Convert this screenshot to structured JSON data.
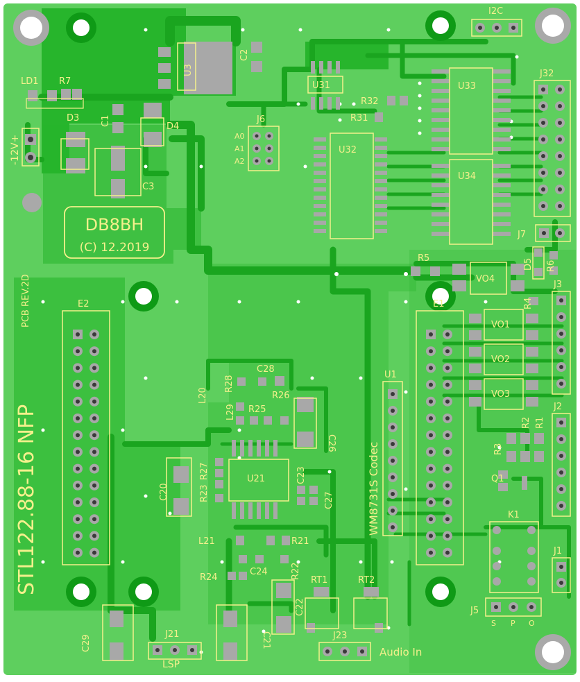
{
  "board": {
    "title": "STL122.88-16 NFP",
    "revision": "PCB REV.2D",
    "author": "DB8BH",
    "copyright": "(C) 12.2019",
    "codec_label": "WM8731S Codec",
    "audio_in_label": "Audio In",
    "lsp_label": "LSP",
    "power_label": "-12V+"
  },
  "colors": {
    "substrate": "#5ecf5e",
    "copper": "#27b52c",
    "trace": "#1aa51f",
    "pad": "#a8a8a8",
    "pad_dark": "#7d7d7d",
    "silk": "#f4f08c",
    "hole": "#ffffff",
    "hole_ring": "#0f9a16",
    "mount_ring": "#a9a9a9"
  },
  "labels": {
    "ld1": "LD1",
    "r7": "R7",
    "d3": "D3",
    "c1": "C1",
    "d4": "D4",
    "c3": "C3",
    "u3": "U3",
    "c2": "C2",
    "u31": "U31",
    "j6": "J6",
    "a0": "A0",
    "a1": "A1",
    "a2": "A2",
    "r32": "R32",
    "r31": "R31",
    "u32": "U32",
    "u33": "U33",
    "u34": "U34",
    "i2c": "I2C",
    "j32": "J32",
    "j7": "J7",
    "d5": "D5",
    "r6": "R6",
    "r5": "R5",
    "vo4": "VO4",
    "r4": "R4",
    "j3": "J3",
    "vo1": "VO1",
    "vo2": "VO2",
    "vo3": "VO3",
    "e1": "E1",
    "e2": "E2",
    "u1": "U1",
    "j2": "J2",
    "r2": "R2",
    "r1": "R1",
    "r3": "R3",
    "q1": "Q1",
    "k1": "K1",
    "j1": "J1",
    "j5": "J5",
    "s": "S",
    "p": "P",
    "o": "O",
    "c28": "C28",
    "l20": "L20",
    "r28": "R28",
    "r26": "R26",
    "l29": "L29",
    "r25": "R25",
    "c26": "C26",
    "r27": "R27",
    "r23": "R23",
    "u21": "U21",
    "c23": "C23",
    "c27": "C27",
    "c20": "C20",
    "l21": "L21",
    "r21": "R21",
    "r24": "R24",
    "c24": "C24",
    "r22": "R22",
    "rt1": "RT1",
    "rt2": "RT2",
    "c22": "C22",
    "j23": "J23",
    "c29": "C29",
    "c21": "C21",
    "j21": "J21"
  }
}
